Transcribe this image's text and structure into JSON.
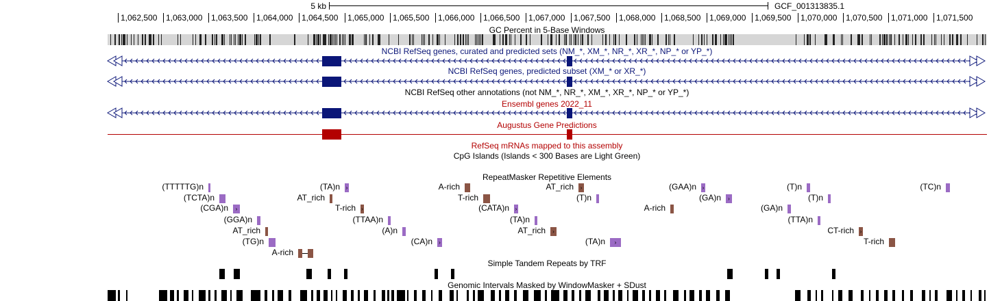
{
  "scale_bar": {
    "label": "5 kb",
    "assembly": "GCF_001313835.1"
  },
  "ruler": {
    "ticks": [
      "1,062,500",
      "1,063,000",
      "1,063,500",
      "1,064,000",
      "1,064,500",
      "1,065,000",
      "1,065,500",
      "1,066,000",
      "1,066,500",
      "1,067,000",
      "1,067,500",
      "1,068,000",
      "1,068,500",
      "1,069,000",
      "1,069,500",
      "1,070,000",
      "1,070,500",
      "1,071,000",
      "1,071,500"
    ]
  },
  "tracks": {
    "gc_percent": "GC Percent in 5-Base Windows",
    "refseq_curated": "NCBI RefSeq genes, curated and predicted sets (NM_*, XM_*, NR_*, XR_*, NP_* or YP_*)",
    "refseq_predicted": "NCBI RefSeq genes, predicted subset (XM_* or XR_*)",
    "refseq_other": "NCBI RefSeq other annotations (not NM_*, NR_*, XM_*, XR_*, NP_* or YP_*)",
    "ensembl": "Ensembl genes 2022_11",
    "augustus": "Augustus Gene Predictions",
    "refseq_mrna": "RefSeq mRNAs mapped to this assembly",
    "cpg": "CpG Islands (Islands < 300 Bases are Light Green)",
    "repeatmasker": "RepeatMasker Repetitive Elements",
    "trf": "Simple Tandem Repeats by TRF",
    "windowmasker": "Genomic Intervals Masked by WindowMasker + SDust"
  },
  "colors": {
    "refseq_blue": "#0b1678",
    "augustus_red": "#b30000",
    "simple_repeat": "#9b6bc4",
    "low_complexity": "#8b5545"
  },
  "repeats": [
    {
      "label": "(TTTTTG)n",
      "type": "simple"
    },
    {
      "label": "(TA)n",
      "type": "simple"
    },
    {
      "label": "A-rich",
      "type": "low"
    },
    {
      "label": "AT_rich",
      "type": "low"
    },
    {
      "label": "(GAA)n",
      "type": "simple"
    },
    {
      "label": "(T)n",
      "type": "simple"
    },
    {
      "label": "(TC)n",
      "type": "simple"
    },
    {
      "label": "(TCTA)n",
      "type": "simple"
    },
    {
      "label": "AT_rich",
      "type": "low"
    },
    {
      "label": "T-rich",
      "type": "low"
    },
    {
      "label": "(T)n",
      "type": "simple"
    },
    {
      "label": "(GA)n",
      "type": "simple"
    },
    {
      "label": "(T)n",
      "type": "simple"
    },
    {
      "label": "(CGA)n",
      "type": "simple"
    },
    {
      "label": "T-rich",
      "type": "low"
    },
    {
      "label": "(CATA)n",
      "type": "simple"
    },
    {
      "label": "A-rich",
      "type": "low"
    },
    {
      "label": "(GA)n",
      "type": "simple"
    },
    {
      "label": "(GGA)n",
      "type": "simple"
    },
    {
      "label": "(TTAA)n",
      "type": "simple"
    },
    {
      "label": "(TA)n",
      "type": "simple"
    },
    {
      "label": "(TTA)n",
      "type": "simple"
    },
    {
      "label": "AT_rich",
      "type": "low"
    },
    {
      "label": "(A)n",
      "type": "simple"
    },
    {
      "label": "AT_rich",
      "type": "low"
    },
    {
      "label": "CT-rich",
      "type": "low"
    },
    {
      "label": "(TG)n",
      "type": "simple"
    },
    {
      "label": "(CA)n",
      "type": "simple"
    },
    {
      "label": "(TA)n",
      "type": "simple"
    },
    {
      "label": "T-rich",
      "type": "low"
    },
    {
      "label": "A-rich",
      "type": "low"
    }
  ]
}
